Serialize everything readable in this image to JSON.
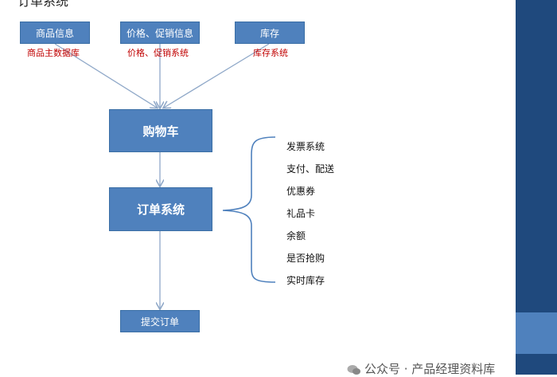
{
  "title": "订单系统",
  "top_boxes": [
    {
      "label": "商品信息",
      "source": "商品主数据库"
    },
    {
      "label": "价格、促销信息",
      "source": "价格、促销系统"
    },
    {
      "label": "库存",
      "source": "库存系统"
    }
  ],
  "cart": "购物车",
  "order_system": "订单系统",
  "submit_order": "提交订单",
  "services": [
    "发票系统",
    "支付、配送",
    "优惠券",
    "礼品卡",
    "余额",
    "是否抢购",
    "实时库存"
  ],
  "watermark": "公众号 · 产品经理资料库",
  "colors": {
    "box": "#4f81bd",
    "sidebar": "#1f497d",
    "source_text": "#c00000"
  }
}
